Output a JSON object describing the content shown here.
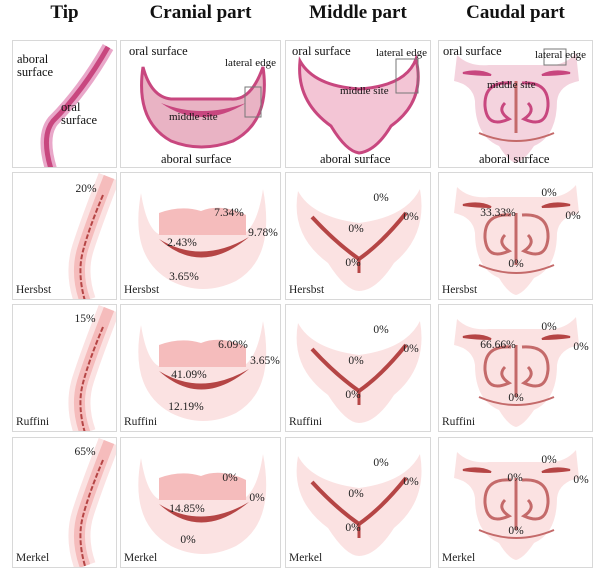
{
  "columns": [
    "Tip",
    "Cranial part",
    "Middle part",
    "Caudal part"
  ],
  "histology_row": {
    "tip": {
      "aboral": "aboral\nsurface",
      "oral": "oral\nsurface"
    },
    "cranial": {
      "oral": "oral surface",
      "lateral": "lateral edge",
      "middle": "middle site",
      "aboral": "aboral surface"
    },
    "middle": {
      "oral": "oral surface",
      "lateral": "lateral edge",
      "middle": "middle site",
      "aboral": "aboral surface"
    },
    "caudal": {
      "oral": "oral surface",
      "lateral": "lateral edge",
      "middle": "middle site",
      "aboral": "aboral surface"
    }
  },
  "rows": [
    {
      "receptor": "Hersbst",
      "tip": [
        "20%"
      ],
      "cranial": [
        "7.34%",
        "9.78%",
        "2.43%",
        "3.65%"
      ],
      "middle": [
        "0%",
        "0%",
        "0%",
        "0%"
      ],
      "caudal": [
        "0%",
        "33.33%",
        "0%",
        "0%"
      ]
    },
    {
      "receptor": "Ruffini",
      "tip": [
        "15%"
      ],
      "cranial": [
        "6.09%",
        "3.65%",
        "41.09%",
        "12.19%"
      ],
      "middle": [
        "0%",
        "0%",
        "0%",
        "0%"
      ],
      "caudal": [
        "0%",
        "66.66%",
        "0%",
        "0%"
      ]
    },
    {
      "receptor": "Merkel",
      "tip": [
        "65%"
      ],
      "cranial": [
        "0%",
        "0%",
        "14.85%",
        "0%"
      ],
      "middle": [
        "0%",
        "0%",
        "0%",
        "0%"
      ],
      "caudal": [
        "0%",
        "0%",
        "0%",
        "0%"
      ]
    }
  ],
  "colors": {
    "pale": "#fbe2e2",
    "mid": "#f5bcbc",
    "dark": "#b54545",
    "stain": "#c8477f"
  }
}
